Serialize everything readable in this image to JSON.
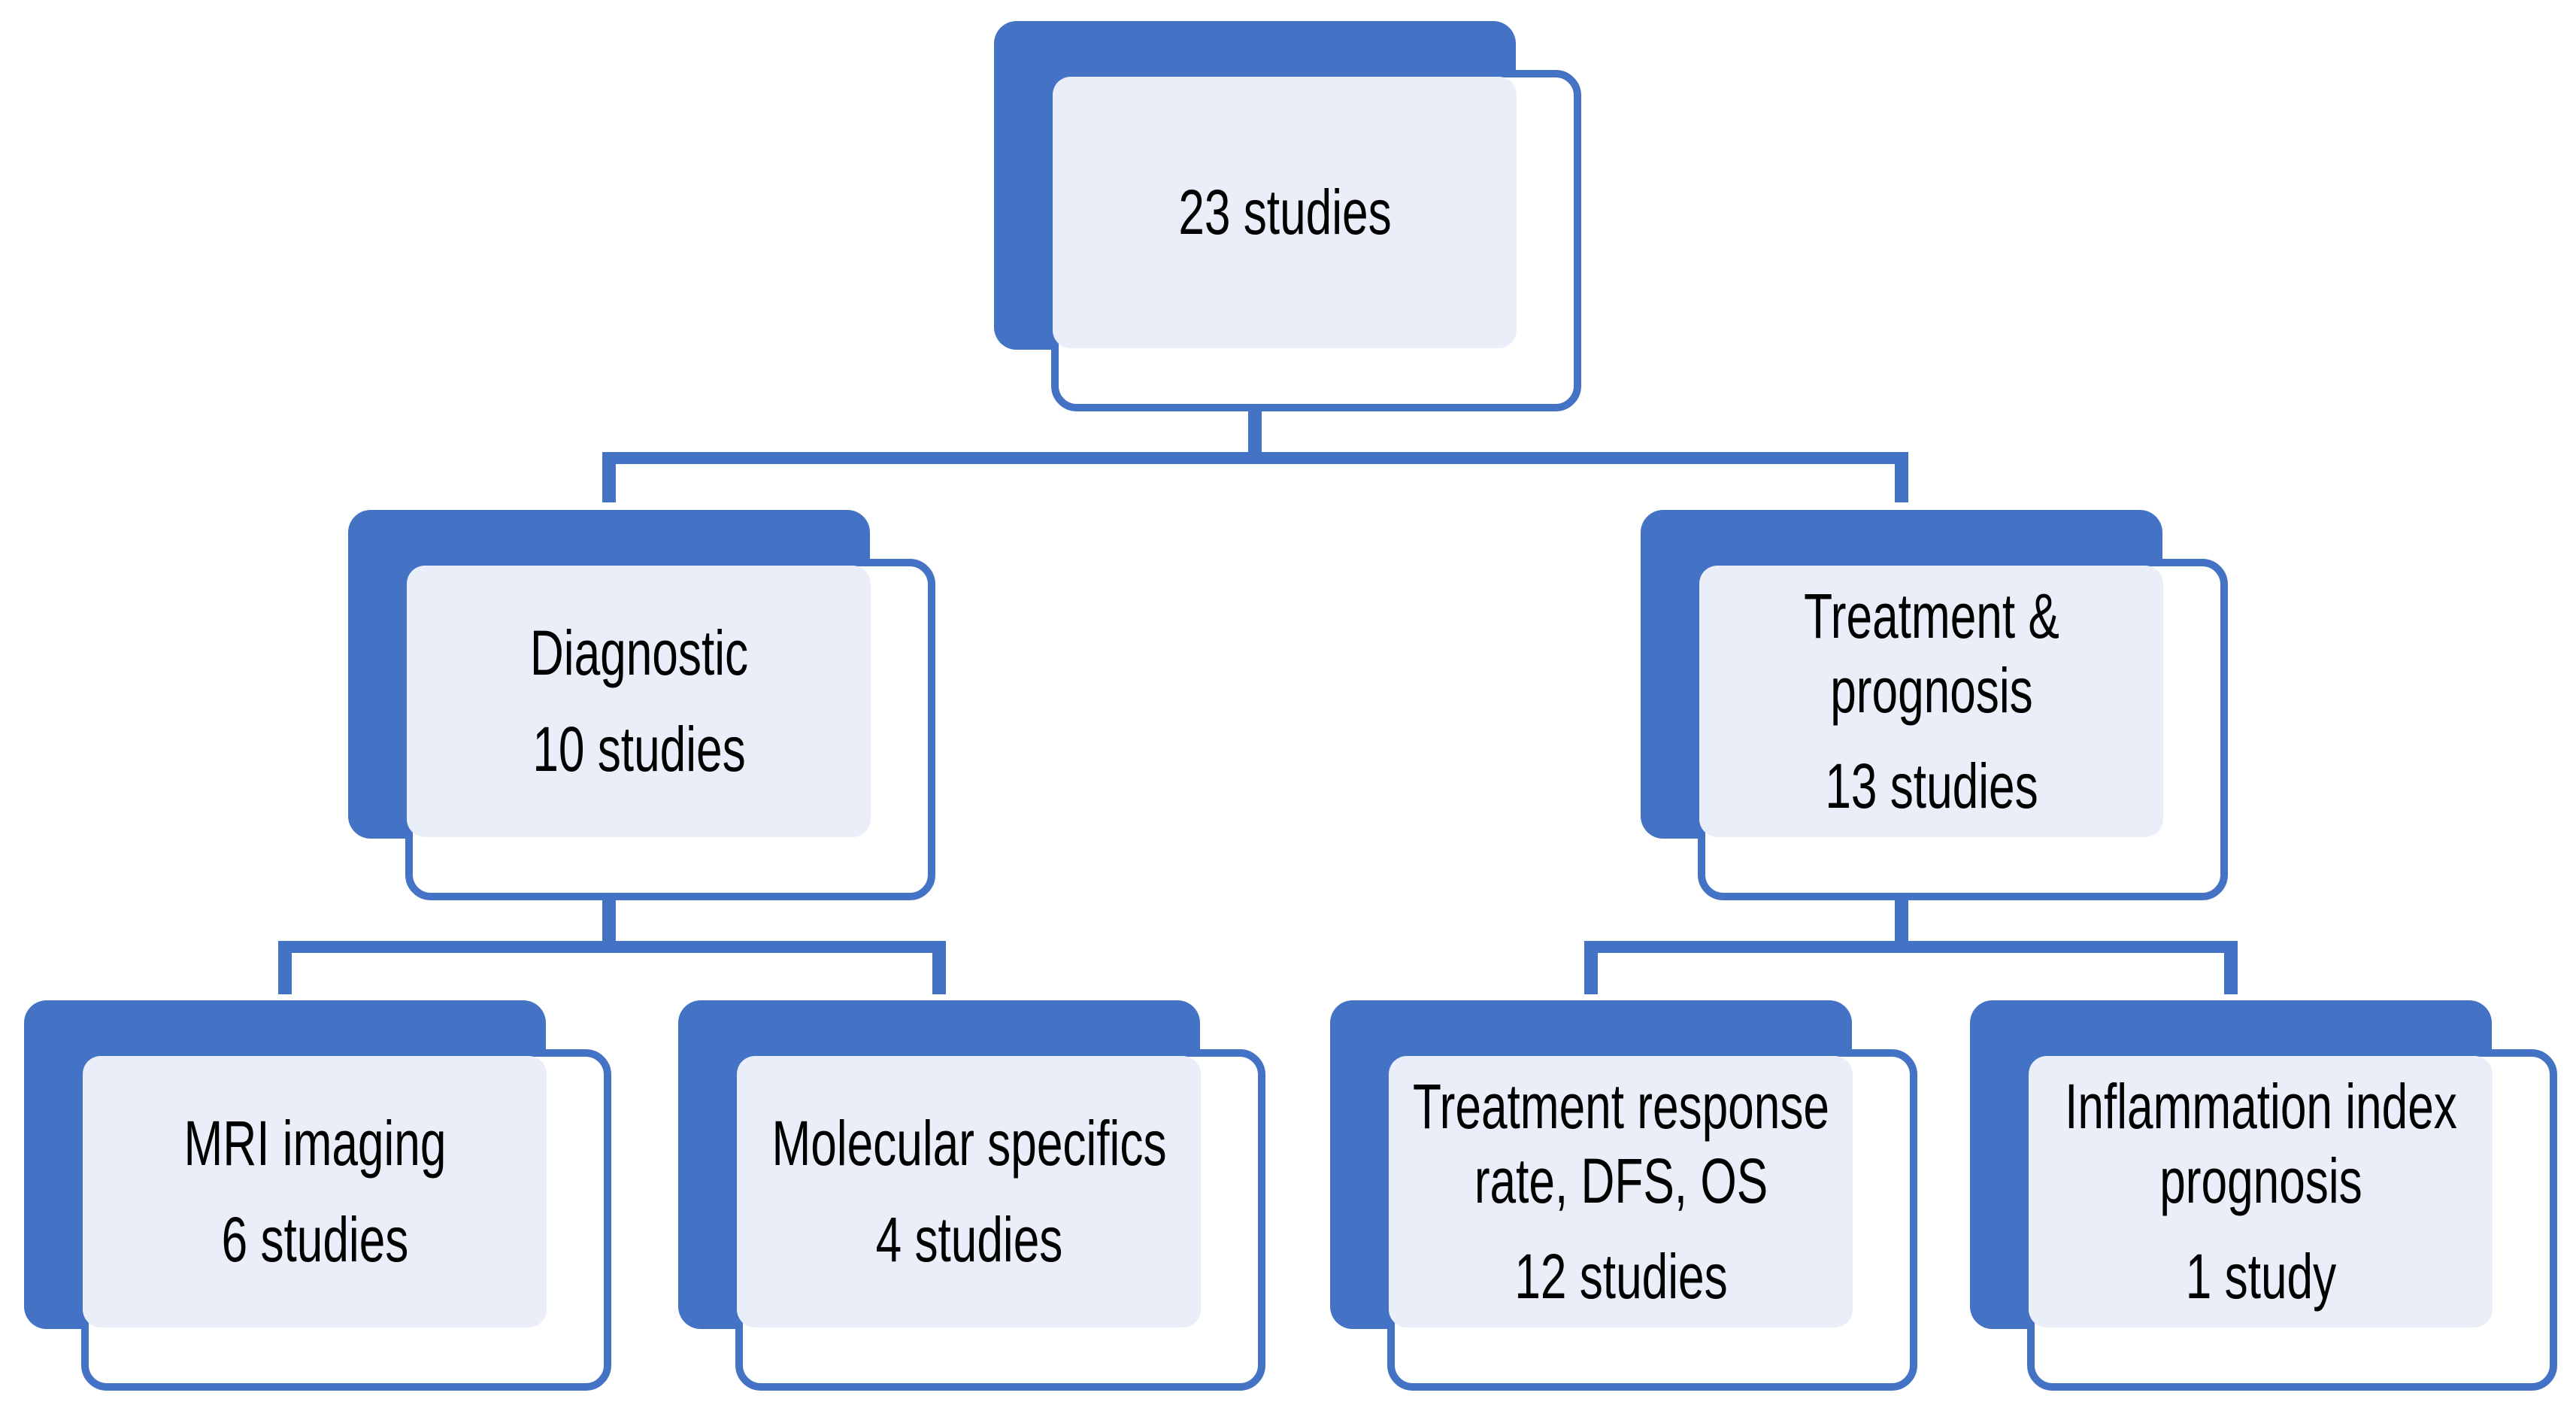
{
  "diagram": {
    "type": "hierarchy-flowchart",
    "background": "#FFFFFF",
    "accent_color": "#4472C4",
    "card_fill": "#E9EEF8",
    "text_color": "#000000"
  },
  "nodes": {
    "root": {
      "title": "",
      "count": "23 studies",
      "value": 23
    },
    "diagnostic": {
      "title": "Diagnostic",
      "count": "10 studies",
      "value": 10
    },
    "treatment_prognosis": {
      "title": "Treatment & prognosis",
      "count": "13 studies",
      "value": 13
    },
    "mri": {
      "title": "MRI imaging",
      "count": "6 studies",
      "value": 6
    },
    "molecular": {
      "title": "Molecular specifics",
      "count": "4 studies",
      "value": 4
    },
    "treatment_response": {
      "title": "Treatment response rate, DFS, OS",
      "count": "12 studies",
      "value": 12
    },
    "inflammation": {
      "title": "Inflammation index prognosis",
      "count": "1 study",
      "value": 1
    }
  },
  "edges": [
    {
      "from": "root",
      "to": "diagnostic"
    },
    {
      "from": "root",
      "to": "treatment_prognosis"
    },
    {
      "from": "diagnostic",
      "to": "mri"
    },
    {
      "from": "diagnostic",
      "to": "molecular"
    },
    {
      "from": "treatment_prognosis",
      "to": "treatment_response"
    },
    {
      "from": "treatment_prognosis",
      "to": "inflammation"
    }
  ]
}
